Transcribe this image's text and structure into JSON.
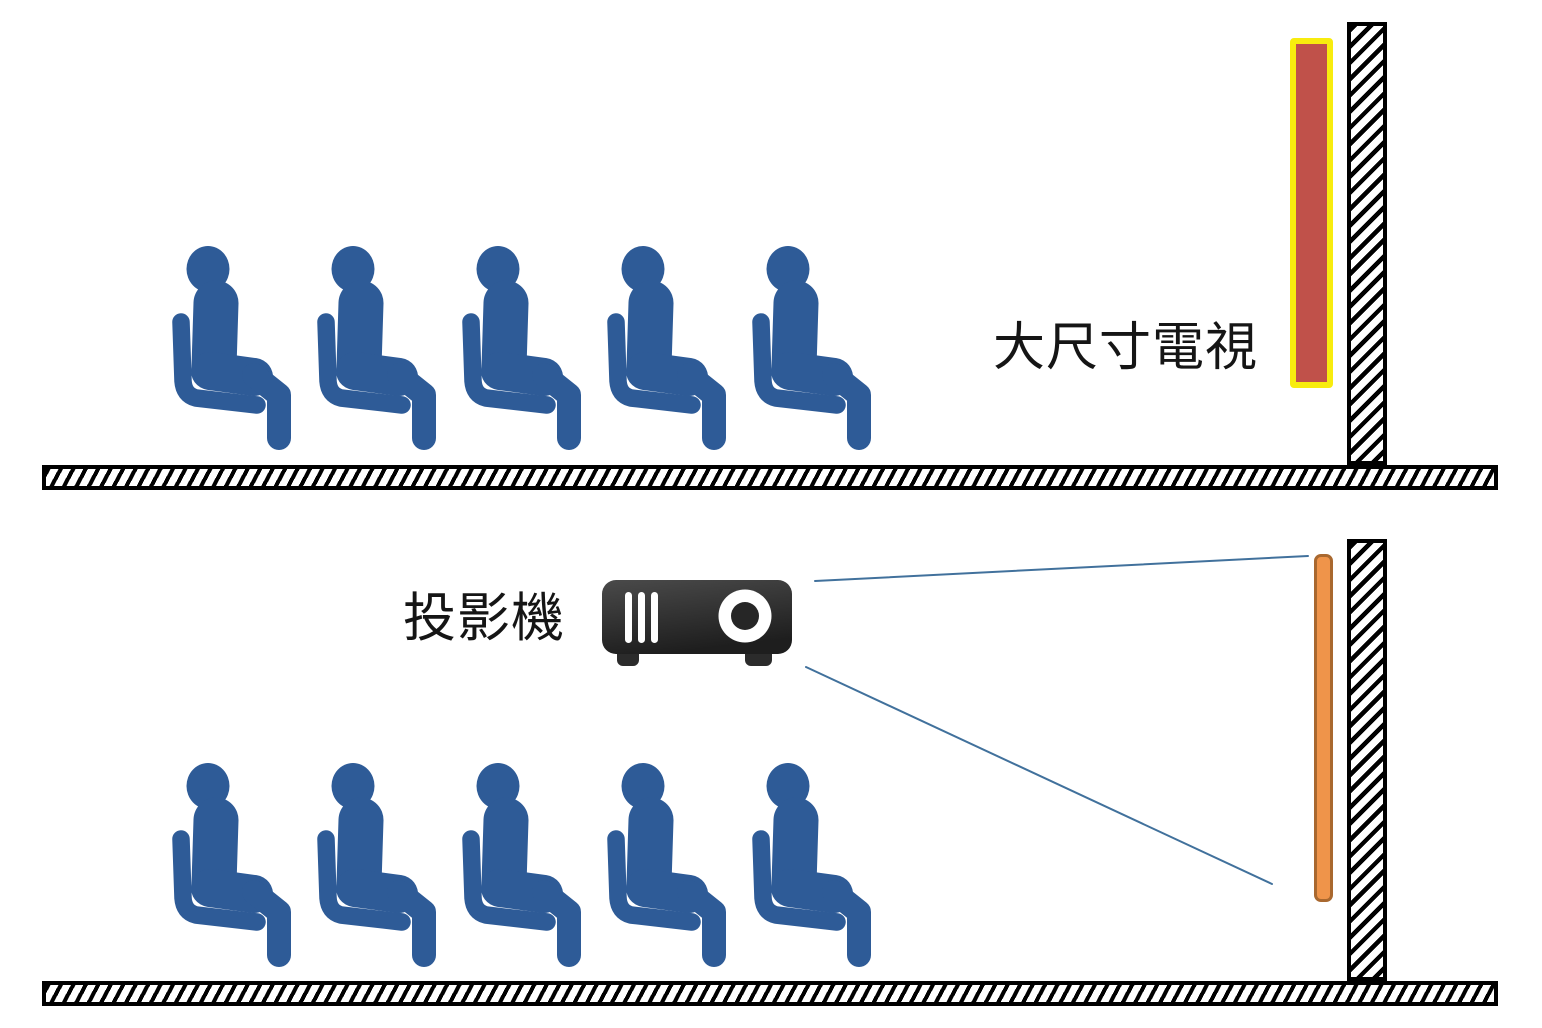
{
  "top_panel": {
    "label": "大尺寸電視",
    "display_type": "wall-mounted large TV",
    "audience_count": 5
  },
  "bottom_panel": {
    "label": "投影機",
    "display_type": "projector with projection screen",
    "audience_count": 5
  },
  "colors": {
    "person_blue": "#2e5b97",
    "beam_blue": "#41719c",
    "tv_fill": "#c0514a",
    "tv_border": "#f8ec0e",
    "screen_fill": "#ef944a",
    "screen_border": "#a9682f",
    "projector_dark": "#2b2b2b"
  }
}
